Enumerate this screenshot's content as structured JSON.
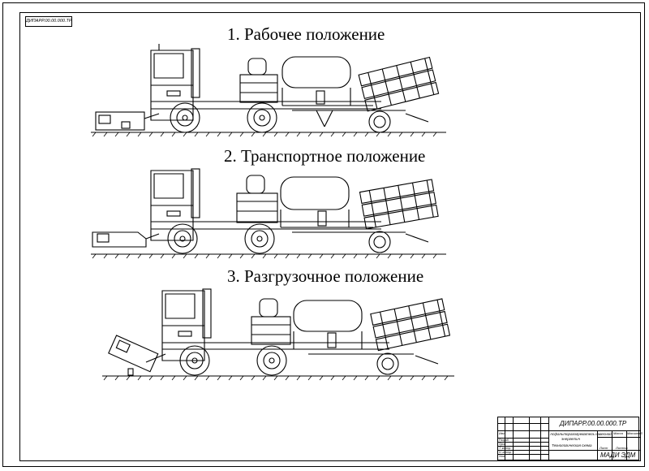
{
  "sheet": {
    "corner_stamp": "ДИПАРР.00.00.000.ТР"
  },
  "captions": [
    "1. Рабочее положение",
    "2. Транспортное положение",
    "3. Разгрузочное положение"
  ],
  "title_block": {
    "designation": "ДИПАРР.00.00.000.ТР",
    "title_line1": "Асфальторазогреватель навесной",
    "title_line2": "энергетич",
    "title_line3": "Технологическая схема",
    "mass_label": "Масса",
    "scale_label": "Масштаб",
    "sheet_label": "Лист",
    "sheets_label": "Листов",
    "organization": "МАДИ ЭДМ",
    "roles": [
      "Изм",
      "Разраб.",
      "Пров.",
      "Т. контр.",
      "Н. контр.",
      "Утв."
    ]
  },
  "colors": {
    "line": "#000000",
    "paper": "#ffffff"
  }
}
